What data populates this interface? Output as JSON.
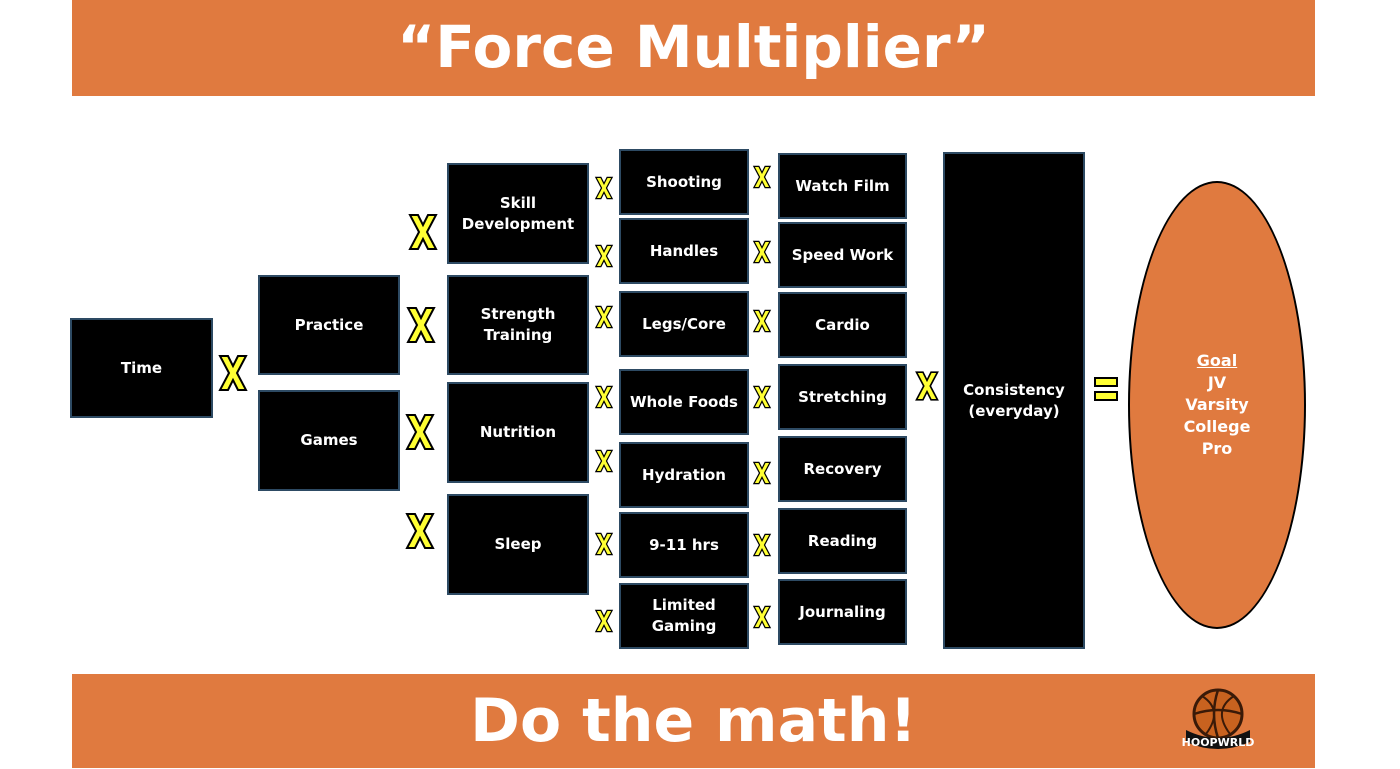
{
  "header": {
    "title": "“Force Multiplier”"
  },
  "footer": {
    "text": "Do the math!",
    "logo_text": "HOOPWRLD"
  },
  "columns": {
    "col1": [
      "Time"
    ],
    "col2": [
      "Practice",
      "Games"
    ],
    "col3": [
      "Skill\nDevelopment",
      "Strength\nTraining",
      "Nutrition",
      "Sleep"
    ],
    "col4": [
      "Shooting",
      "Handles",
      "Legs/Core",
      "Whole Foods",
      "Hydration",
      "9-11 hrs",
      "Limited\nGaming"
    ],
    "col5": [
      "Watch Film",
      "Speed Work",
      "Cardio",
      "Stretching",
      "Recovery",
      "Reading",
      "Journaling"
    ],
    "col6": [
      "Consistency\n(everyday)"
    ]
  },
  "goal": {
    "title": "Goal",
    "levels": [
      "JV",
      "Varsity",
      "College",
      "Pro"
    ]
  },
  "operators": {
    "multiply": "X",
    "equals": "="
  },
  "colors": {
    "accent": "#e07a3f",
    "box": "#000000",
    "box_border": "#2d4a63",
    "x_fill": "#ffff33"
  }
}
